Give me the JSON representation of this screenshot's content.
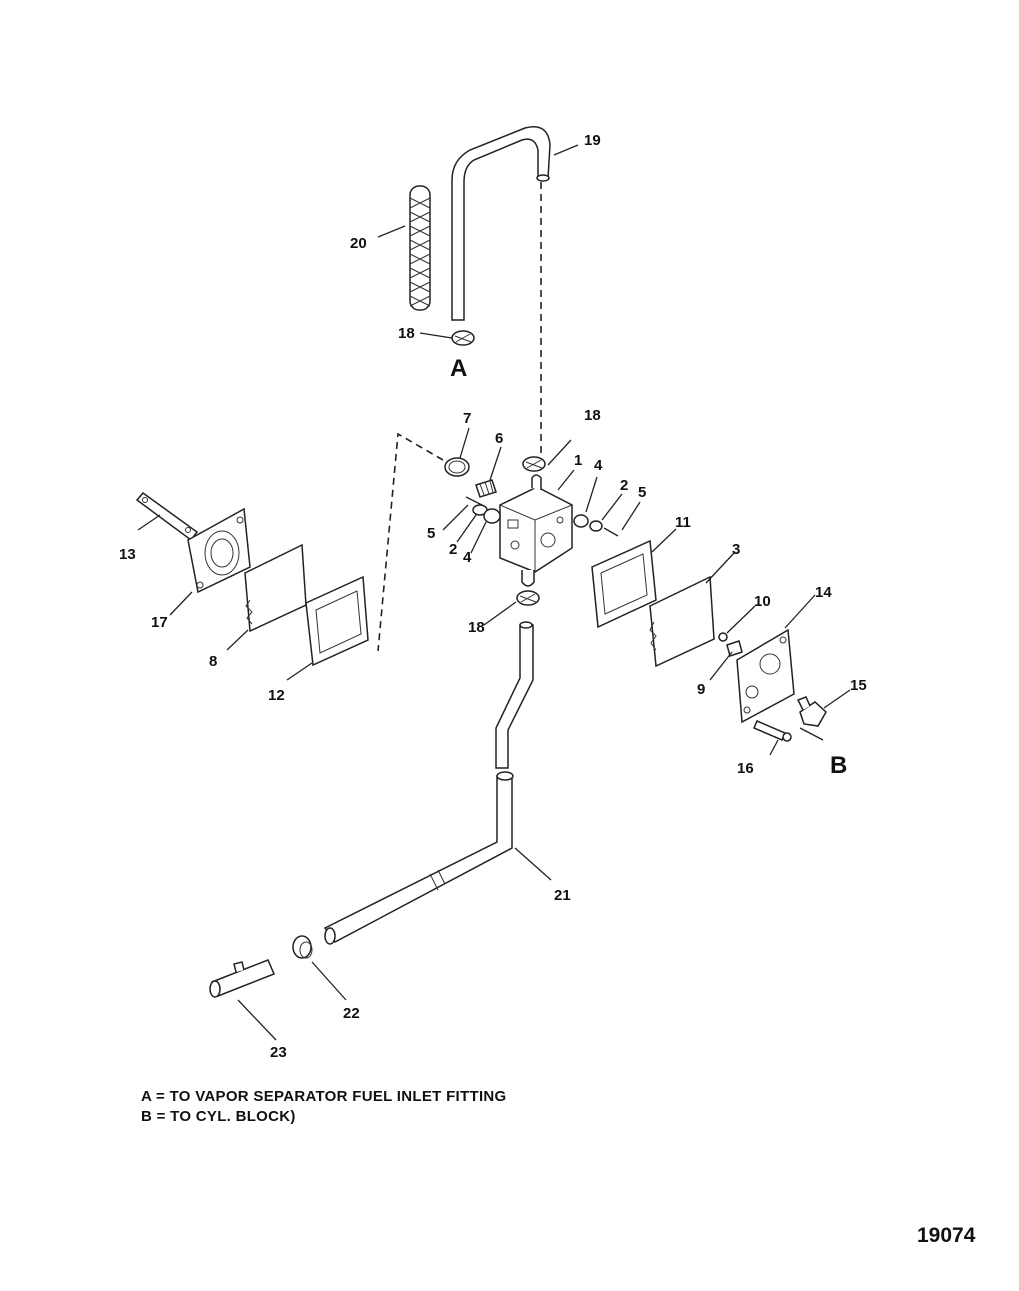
{
  "callouts": [
    "1",
    "2",
    "2",
    "3",
    "4",
    "4",
    "5",
    "5",
    "6",
    "7",
    "8",
    "9",
    "10",
    "11",
    "12",
    "13",
    "14",
    "15",
    "16",
    "17",
    "18",
    "18",
    "18",
    "19",
    "20",
    "21",
    "22",
    "23"
  ],
  "markers": {
    "a": "A",
    "b": "B"
  },
  "legend": {
    "line_a": "A = TO VAPOR SEPARATOR FUEL INLET FITTING",
    "line_b": "B = TO CYL. BLOCK)"
  },
  "drawing_number": "19074"
}
